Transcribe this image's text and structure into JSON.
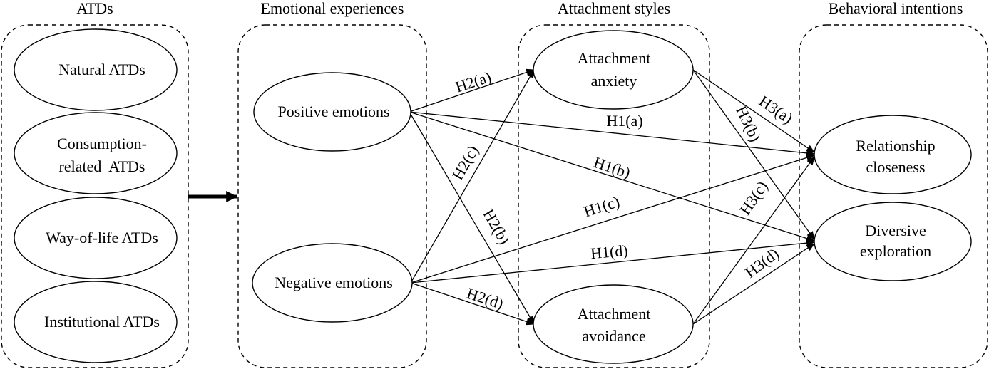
{
  "headers": {
    "atds": "ATDs",
    "emotional": "Emotional experiences",
    "attachment": "Attachment styles",
    "behavioral": "Behavioral intentions"
  },
  "atds": {
    "natural": "Natural ATDs",
    "consumption_line1": "Consumption-",
    "consumption_line2": "related  ATDs",
    "wayoflife": "Way-of-life ATDs",
    "institutional": "Institutional ATDs"
  },
  "emotions": {
    "positive": "Positive emotions",
    "negative": "Negative emotions"
  },
  "attachment": {
    "anxiety_line1": "Attachment",
    "anxiety_line2": "anxiety",
    "avoidance_line1": "Attachment",
    "avoidance_line2": "avoidance"
  },
  "outcomes": {
    "closeness_line1": "Relationship",
    "closeness_line2": "closeness",
    "exploration_line1": "Diversive",
    "exploration_line2": "exploration"
  },
  "hypotheses": {
    "h2a": "H2(a)",
    "h2b": "H2(b)",
    "h2c": "H2(c)",
    "h2d": "H2(d)",
    "h1a": "H1(a)",
    "h1b": "H1(b)",
    "h1c": "H1(c)",
    "h1d": "H1(d)",
    "h3a": "H3(a)",
    "h3b": "H3(b)",
    "h3c": "H3(c)",
    "h3d": "H3(d)"
  }
}
